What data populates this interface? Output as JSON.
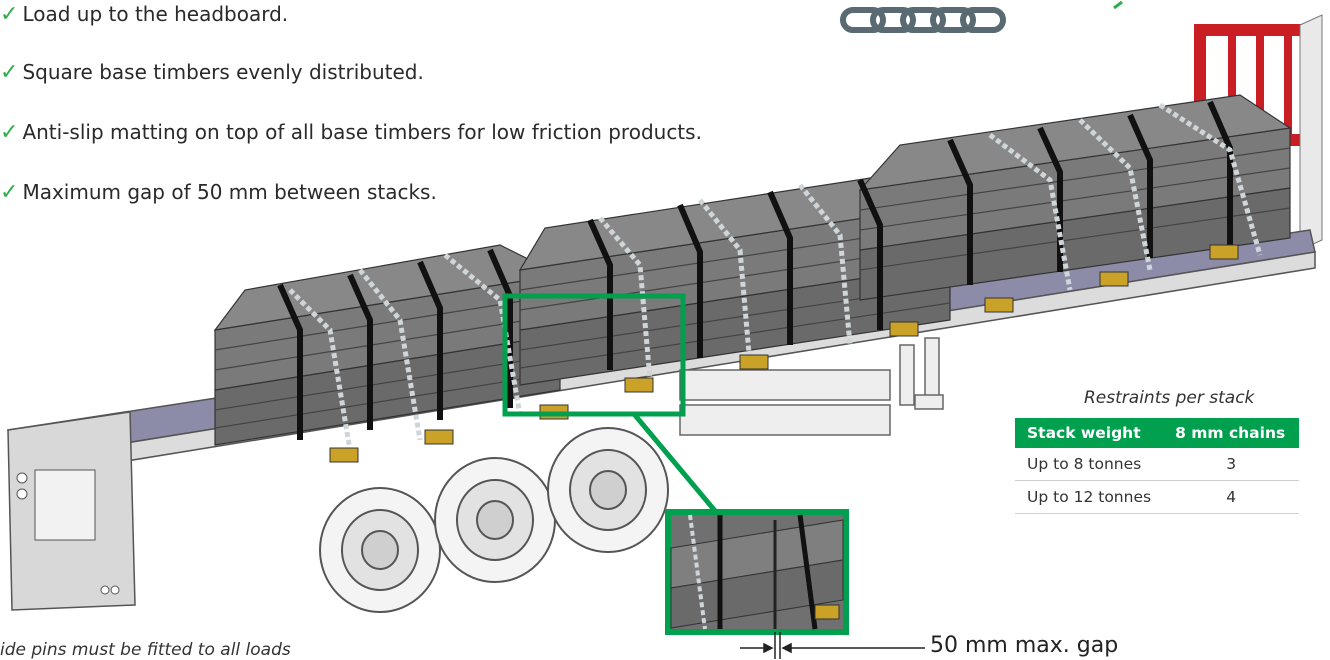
{
  "checklist": [
    "Load up to the headboard.",
    "Square base timbers evenly distributed.",
    "Anti-slip matting on top of all base timbers for low friction products.",
    "Maximum gap of 50 mm between stacks."
  ],
  "check_symbol": "✓",
  "restraints": {
    "caption": "Restraints per stack",
    "headers": [
      "Stack weight",
      "8 mm chains"
    ],
    "rows": [
      [
        "Up to 8 tonnes",
        "3"
      ],
      [
        "Up to 12 tonnes",
        "4"
      ]
    ]
  },
  "gap_label": "50 mm max. gap",
  "footnote": "ide pins must be fitted to all loads",
  "colors": {
    "accent_green": "#00a04f",
    "deck": "#8c8ca8",
    "steel": "#6f6f6f",
    "headboard": "#d21f26",
    "timber": "#c9a227"
  }
}
